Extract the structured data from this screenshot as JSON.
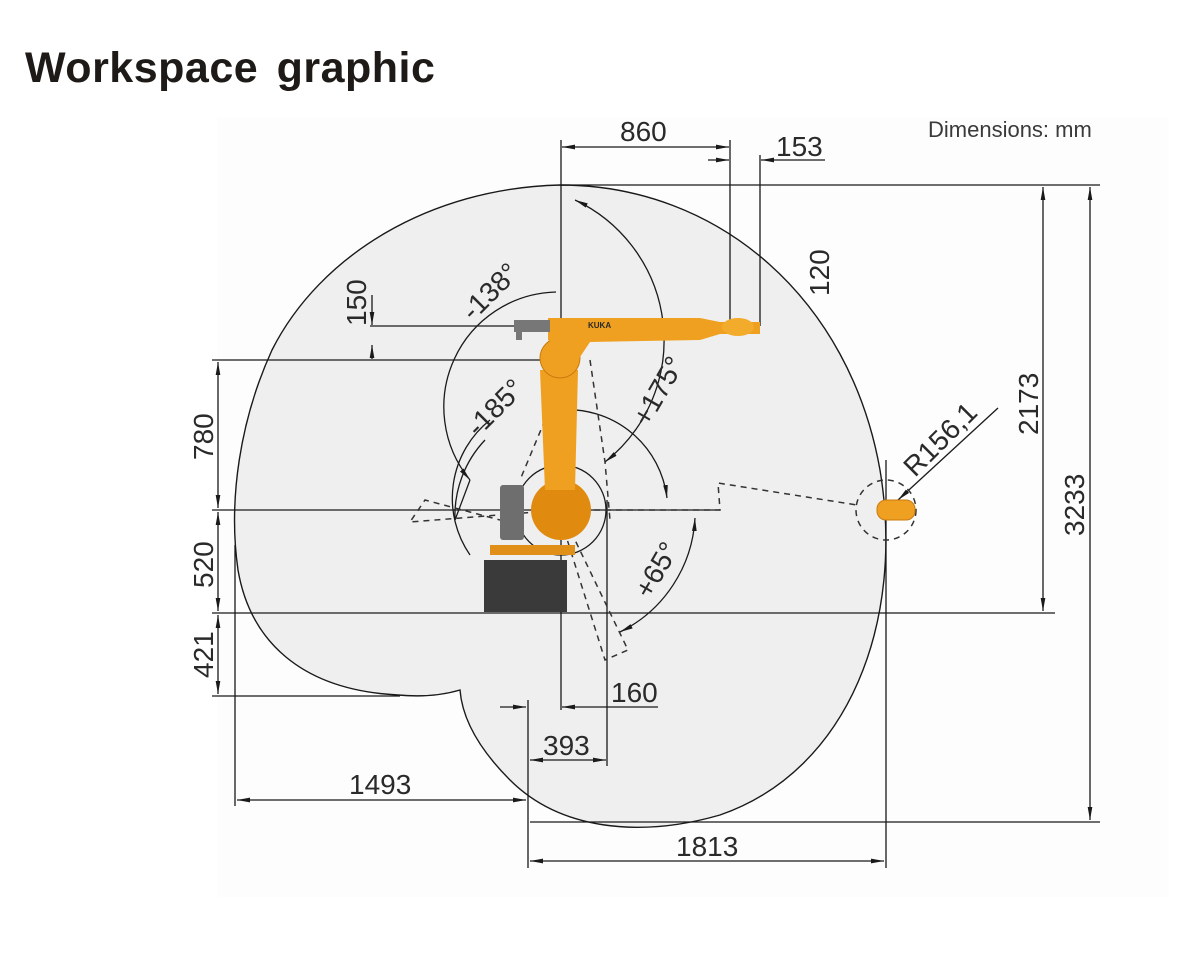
{
  "page": {
    "title": "Workspace graphic"
  },
  "diagram": {
    "units_label": "Dimensions: mm",
    "colors": {
      "envelope_fill": "#efefef",
      "line": "#1a1a1a",
      "robot_orange": "#f0a020",
      "robot_orange_dark": "#c97a10",
      "base_dark": "#3a3a3a",
      "motor_gray": "#6e6e6e"
    },
    "dimensions": {
      "top_reach": "860",
      "wrist_offset": "153",
      "arm_offset_vertical": "150",
      "link_offset": "120",
      "upper_height": "780",
      "shoulder_height": "520",
      "lower_reach": "421",
      "total_reach_height": "2173",
      "total_height": "3233",
      "flange_radius": "R156,1",
      "base_offset_160": "160",
      "base_width_393": "393",
      "rear_reach": "1493",
      "front_reach": "1813"
    },
    "angles": {
      "a3_negative": "-138°",
      "a2_negative": "-185°",
      "a3_positive": "+175°",
      "a2_positive": "+65°"
    },
    "components": [
      {
        "name": "robot-arm",
        "label": "KUKA"
      },
      {
        "name": "robot-base"
      },
      {
        "name": "axis-1-motor"
      },
      {
        "name": "flange-at-max-reach"
      }
    ]
  }
}
